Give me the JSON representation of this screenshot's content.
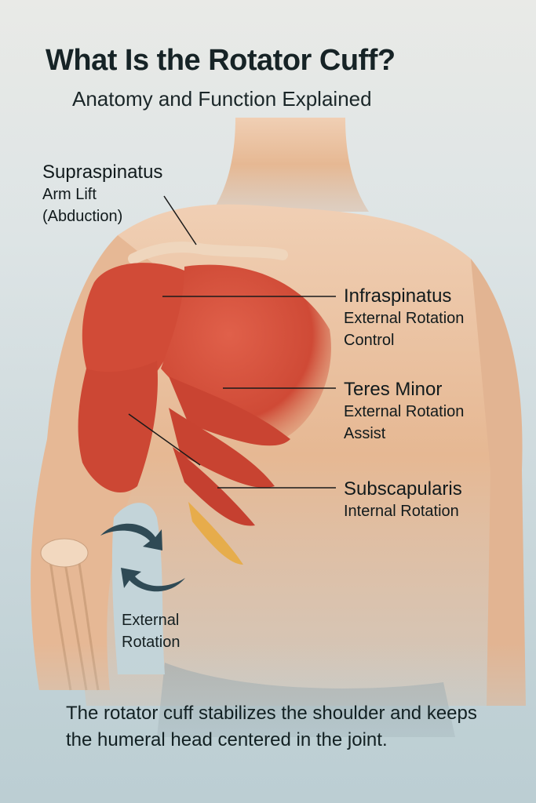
{
  "header": {
    "title": "What Is the Rotator Cuff?",
    "subtitle": "Anatomy and Function Explained"
  },
  "muscles": [
    {
      "name": "Supraspinatus",
      "function_lines": [
        "Arm Lift",
        "(Abduction)"
      ]
    },
    {
      "name": "Infraspinatus",
      "function_lines": [
        "External Rotation",
        "Control"
      ]
    },
    {
      "name": "Teres Minor",
      "function_lines": [
        "External Rotation",
        "Assist"
      ]
    },
    {
      "name": "Subscapularis",
      "function_lines": [
        "Internal Rotation"
      ]
    }
  ],
  "rotation_indicator": {
    "icon": "rotation-arrows-icon",
    "label_lines": [
      "External",
      "Rotation"
    ],
    "color": "#2f4a55"
  },
  "footer": {
    "text": "The rotator cuff stabilizes the shoulder and keeps the humeral head centered in the joint."
  },
  "colors": {
    "muscle": "#d9503c",
    "muscle_dark": "#b83a2a",
    "skin": "#e8b894",
    "tendon_yellow": "#e8a93c",
    "background": "#d3dfe2",
    "text": "#132022"
  }
}
